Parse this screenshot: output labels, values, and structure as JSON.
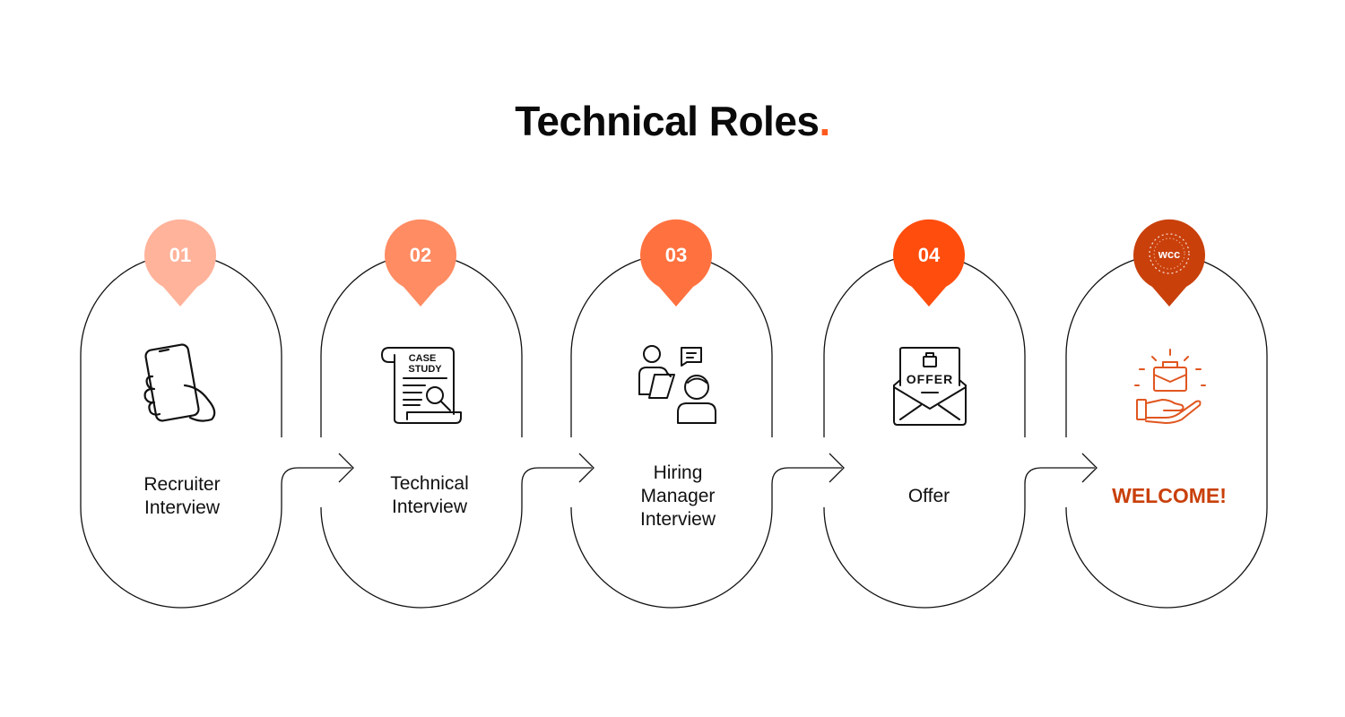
{
  "title": {
    "text": "Technical Roles",
    "dot": "."
  },
  "steps": [
    {
      "number": "01",
      "label": "Recruiter\nInterview",
      "color": "#ffb39b",
      "icon": "phone-hand-icon"
    },
    {
      "number": "02",
      "label": "Technical\nInterview",
      "color": "#ff8c63",
      "icon": "case-study-icon"
    },
    {
      "number": "03",
      "label": "Hiring\nManager\nInterview",
      "color": "#ff7240",
      "icon": "interview-people-icon"
    },
    {
      "number": "04",
      "label": "Offer",
      "color": "#ff4d0d",
      "icon": "offer-letter-icon"
    },
    {
      "number": "",
      "label": "WELCOME!",
      "color": "#c9400b",
      "icon": "briefcase-hand-icon",
      "badge_logo": "wcc"
    }
  ],
  "accent_color": "#ff5a1f"
}
